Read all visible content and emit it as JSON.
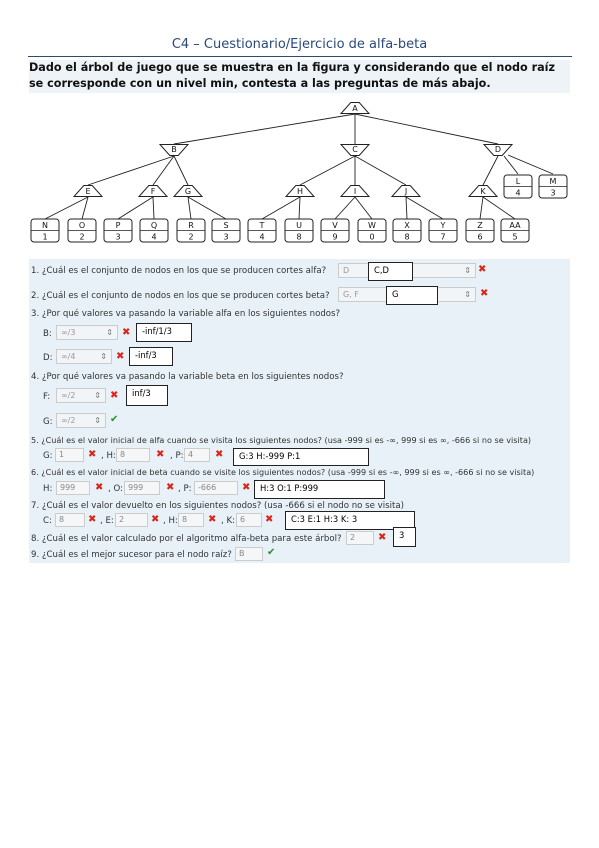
{
  "title": "C4 – Cuestionario/Ejercicio de alfa-beta",
  "intro": {
    "part1": "Dado el árbol de juego que se muestra en la figura y considerando que ",
    "bold1": "el nodo raíz se corresponde con un nivel min",
    "part2": ", contesta a las preguntas de más abajo."
  },
  "tree": {
    "root": "A",
    "level1": [
      "B",
      "C",
      "D"
    ],
    "level2": [
      "E",
      "F",
      "G",
      "H",
      "I",
      "J",
      "K"
    ],
    "mid_leaves": [
      {
        "name": "L",
        "value": "4"
      },
      {
        "name": "M",
        "value": "3"
      }
    ],
    "leaves": [
      {
        "name": "N",
        "value": "1"
      },
      {
        "name": "O",
        "value": "2"
      },
      {
        "name": "P",
        "value": "3"
      },
      {
        "name": "Q",
        "value": "4"
      },
      {
        "name": "R",
        "value": "2"
      },
      {
        "name": "S",
        "value": "3"
      },
      {
        "name": "T",
        "value": "4"
      },
      {
        "name": "U",
        "value": "8"
      },
      {
        "name": "V",
        "value": "9"
      },
      {
        "name": "W",
        "value": "0"
      },
      {
        "name": "X",
        "value": "8"
      },
      {
        "name": "Y",
        "value": "7"
      },
      {
        "name": "Z",
        "value": "6"
      },
      {
        "name": "AA",
        "value": "5"
      }
    ]
  },
  "questions": {
    "q1": {
      "text": "1. ¿Cuál es el conjunto de nodos en los que se producen cortes alfa?",
      "select": "D",
      "anno": "C,D"
    },
    "q2": {
      "text": "2. ¿Cuál es el conjunto de nodos en los que se producen cortes beta?",
      "select": "G, F",
      "anno": "G"
    },
    "q3": {
      "text": "3. ¿Por qué valores va pasando la variable alfa en los siguientes nodos?",
      "b_label": "B:",
      "b_select": "∞/3",
      "b_anno": "-inf/1/3",
      "d_label": "D:",
      "d_select": "∞/4",
      "d_anno": "-inf/3"
    },
    "q4": {
      "text": "4. ¿Por qué valores va pasando la variable beta en los siguientes nodos?",
      "f_label": "F:",
      "f_select": "∞/2",
      "f_anno": "inf/3",
      "g_label": "G:",
      "g_select": "∞/2"
    },
    "q5": {
      "text": "5. ¿Cuál es el valor inicial de alfa cuando se visita los siguientes nodos? (usa -999 si es -∞, 999 si es ∞, -666 si no se visita)",
      "g_label": "G:",
      "g_val": "1",
      "h_label": ", H:",
      "h_val": "8",
      "p_label": ", P:",
      "p_val": "4",
      "anno": "G:3    H:-999    P:1"
    },
    "q6": {
      "text": "6. ¿Cuál es el valor inicial de beta cuando se visite los siguientes nodos? (usa -999 si es -∞, 999 si es ∞, -666 si no se visita)",
      "h_label": "H:",
      "h_val": "999",
      "o_label": ", O:",
      "o_val": "999",
      "p_label": ", P:",
      "p_val": "-666",
      "anno": "H:3    O:1    P:999"
    },
    "q7": {
      "text": "7. ¿Cuál es el valor devuelto en los siguientes nodos? (usa -666 si el nodo no se visita)",
      "c_label": "C:",
      "c_val": "8",
      "e_label": ", E:",
      "e_val": "2",
      "h_label": ", H:",
      "h_val": "8",
      "k_label": ", K:",
      "k_val": "6",
      "anno": "C:3    E:1    H:3    K: 3"
    },
    "q8": {
      "text": "8. ¿Cuál es el valor calculado por el algoritmo alfa-beta para este árbol?",
      "val": "2",
      "anno": "3"
    },
    "q9": {
      "text": "9. ¿Cuál es el mejor sucesor para el nodo raíz?",
      "val": "B"
    }
  },
  "marks": {
    "wrong": "✖",
    "right": "✔",
    "select_arrow": "⇕"
  }
}
